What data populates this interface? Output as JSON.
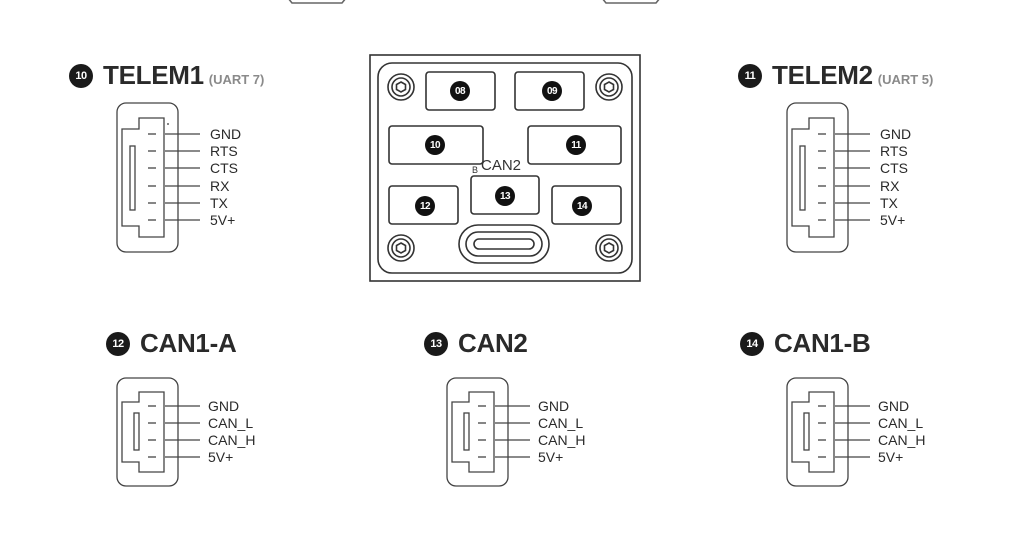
{
  "colors": {
    "line": "#444444",
    "badge": "#1a1a1a",
    "text": "#2a2a2a",
    "subtext": "#8a8a8a"
  },
  "sections": [
    {
      "id": "telem1",
      "badge": "10",
      "title": "TELEM1",
      "subtitle": "(UART 7)",
      "pins": [
        "GND",
        "RTS",
        "CTS",
        "RX",
        "TX",
        "5V+"
      ]
    },
    {
      "id": "telem2",
      "badge": "11",
      "title": "TELEM2",
      "subtitle": "(UART 5)",
      "pins": [
        "GND",
        "RTS",
        "CTS",
        "RX",
        "TX",
        "5V+"
      ]
    },
    {
      "id": "can1a",
      "badge": "12",
      "title": "CAN1-A",
      "subtitle": "",
      "pins": [
        "GND",
        "CAN_L",
        "CAN_H",
        "5V+"
      ]
    },
    {
      "id": "can2",
      "badge": "13",
      "title": "CAN2",
      "subtitle": "",
      "pins": [
        "GND",
        "CAN_L",
        "CAN_H",
        "5V+"
      ]
    },
    {
      "id": "can1b",
      "badge": "14",
      "title": "CAN1-B",
      "subtitle": "",
      "pins": [
        "GND",
        "CAN_L",
        "CAN_H",
        "5V+"
      ]
    }
  ],
  "board": {
    "ports": [
      "08",
      "09",
      "10",
      "11",
      "12",
      "13",
      "14"
    ],
    "label": "CAN2",
    "label_prefix": "B"
  }
}
